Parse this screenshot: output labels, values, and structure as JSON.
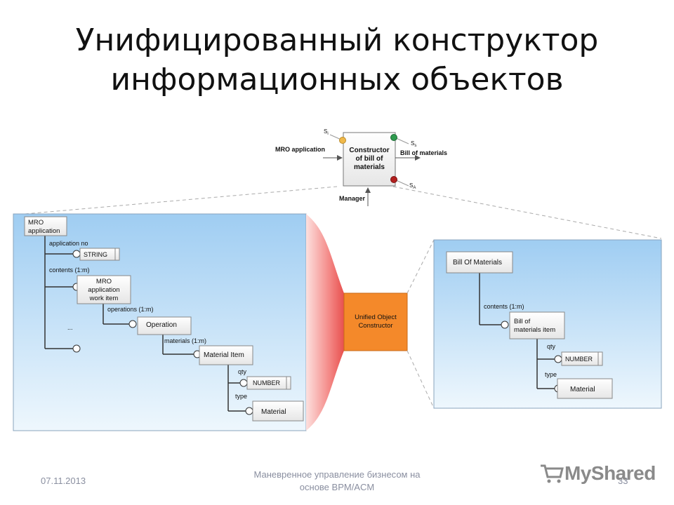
{
  "slide": {
    "title_line1": "Унифицированный конструктор",
    "title_line2": "информационных объектов"
  },
  "top_block": {
    "label": "Constructor of bill of materials",
    "label_lines": [
      "Constructor",
      "of bill of",
      "materials"
    ],
    "input": "MRO application",
    "output": "Bill of materials",
    "control": "Manager",
    "s_i": "S",
    "s_i_sub": "i",
    "s_s": "S",
    "s_s_sub": "s",
    "s_a": "S",
    "s_a_sub": "A",
    "colors": {
      "s_i": "#f0b94a",
      "s_s": "#2e9a4e",
      "s_a": "#b3201f"
    }
  },
  "left_tree": {
    "root": [
      "MRO",
      "application"
    ],
    "attr_app_no": "application no",
    "type_string": "STRING",
    "contents": "contents (1:m)",
    "work_item": [
      "MRO",
      "application",
      "work item"
    ],
    "ellipsis": "...",
    "operations": "operations (1:m)",
    "operation": "Operation",
    "materials": "materials (1:m)",
    "material_item": "Material Item",
    "qty": "qty",
    "type_number": "NUMBER",
    "type": "type",
    "material": "Material"
  },
  "center": {
    "label": [
      "Unified Object",
      "Constructor"
    ],
    "color": "#f4892a"
  },
  "right_tree": {
    "root": "Bill Of Materials",
    "contents": "contents (1:m)",
    "bom_item": [
      "Bill of",
      "materials item"
    ],
    "qty": "qty",
    "type_number": "NUMBER",
    "type": "type",
    "material": "Material"
  },
  "footer": {
    "date": "07.11.2013",
    "center_line1": "Маневренное управление бизнесом на",
    "center_line2": "основе BPM/ACM",
    "page": "33",
    "logo": "MyShared"
  }
}
